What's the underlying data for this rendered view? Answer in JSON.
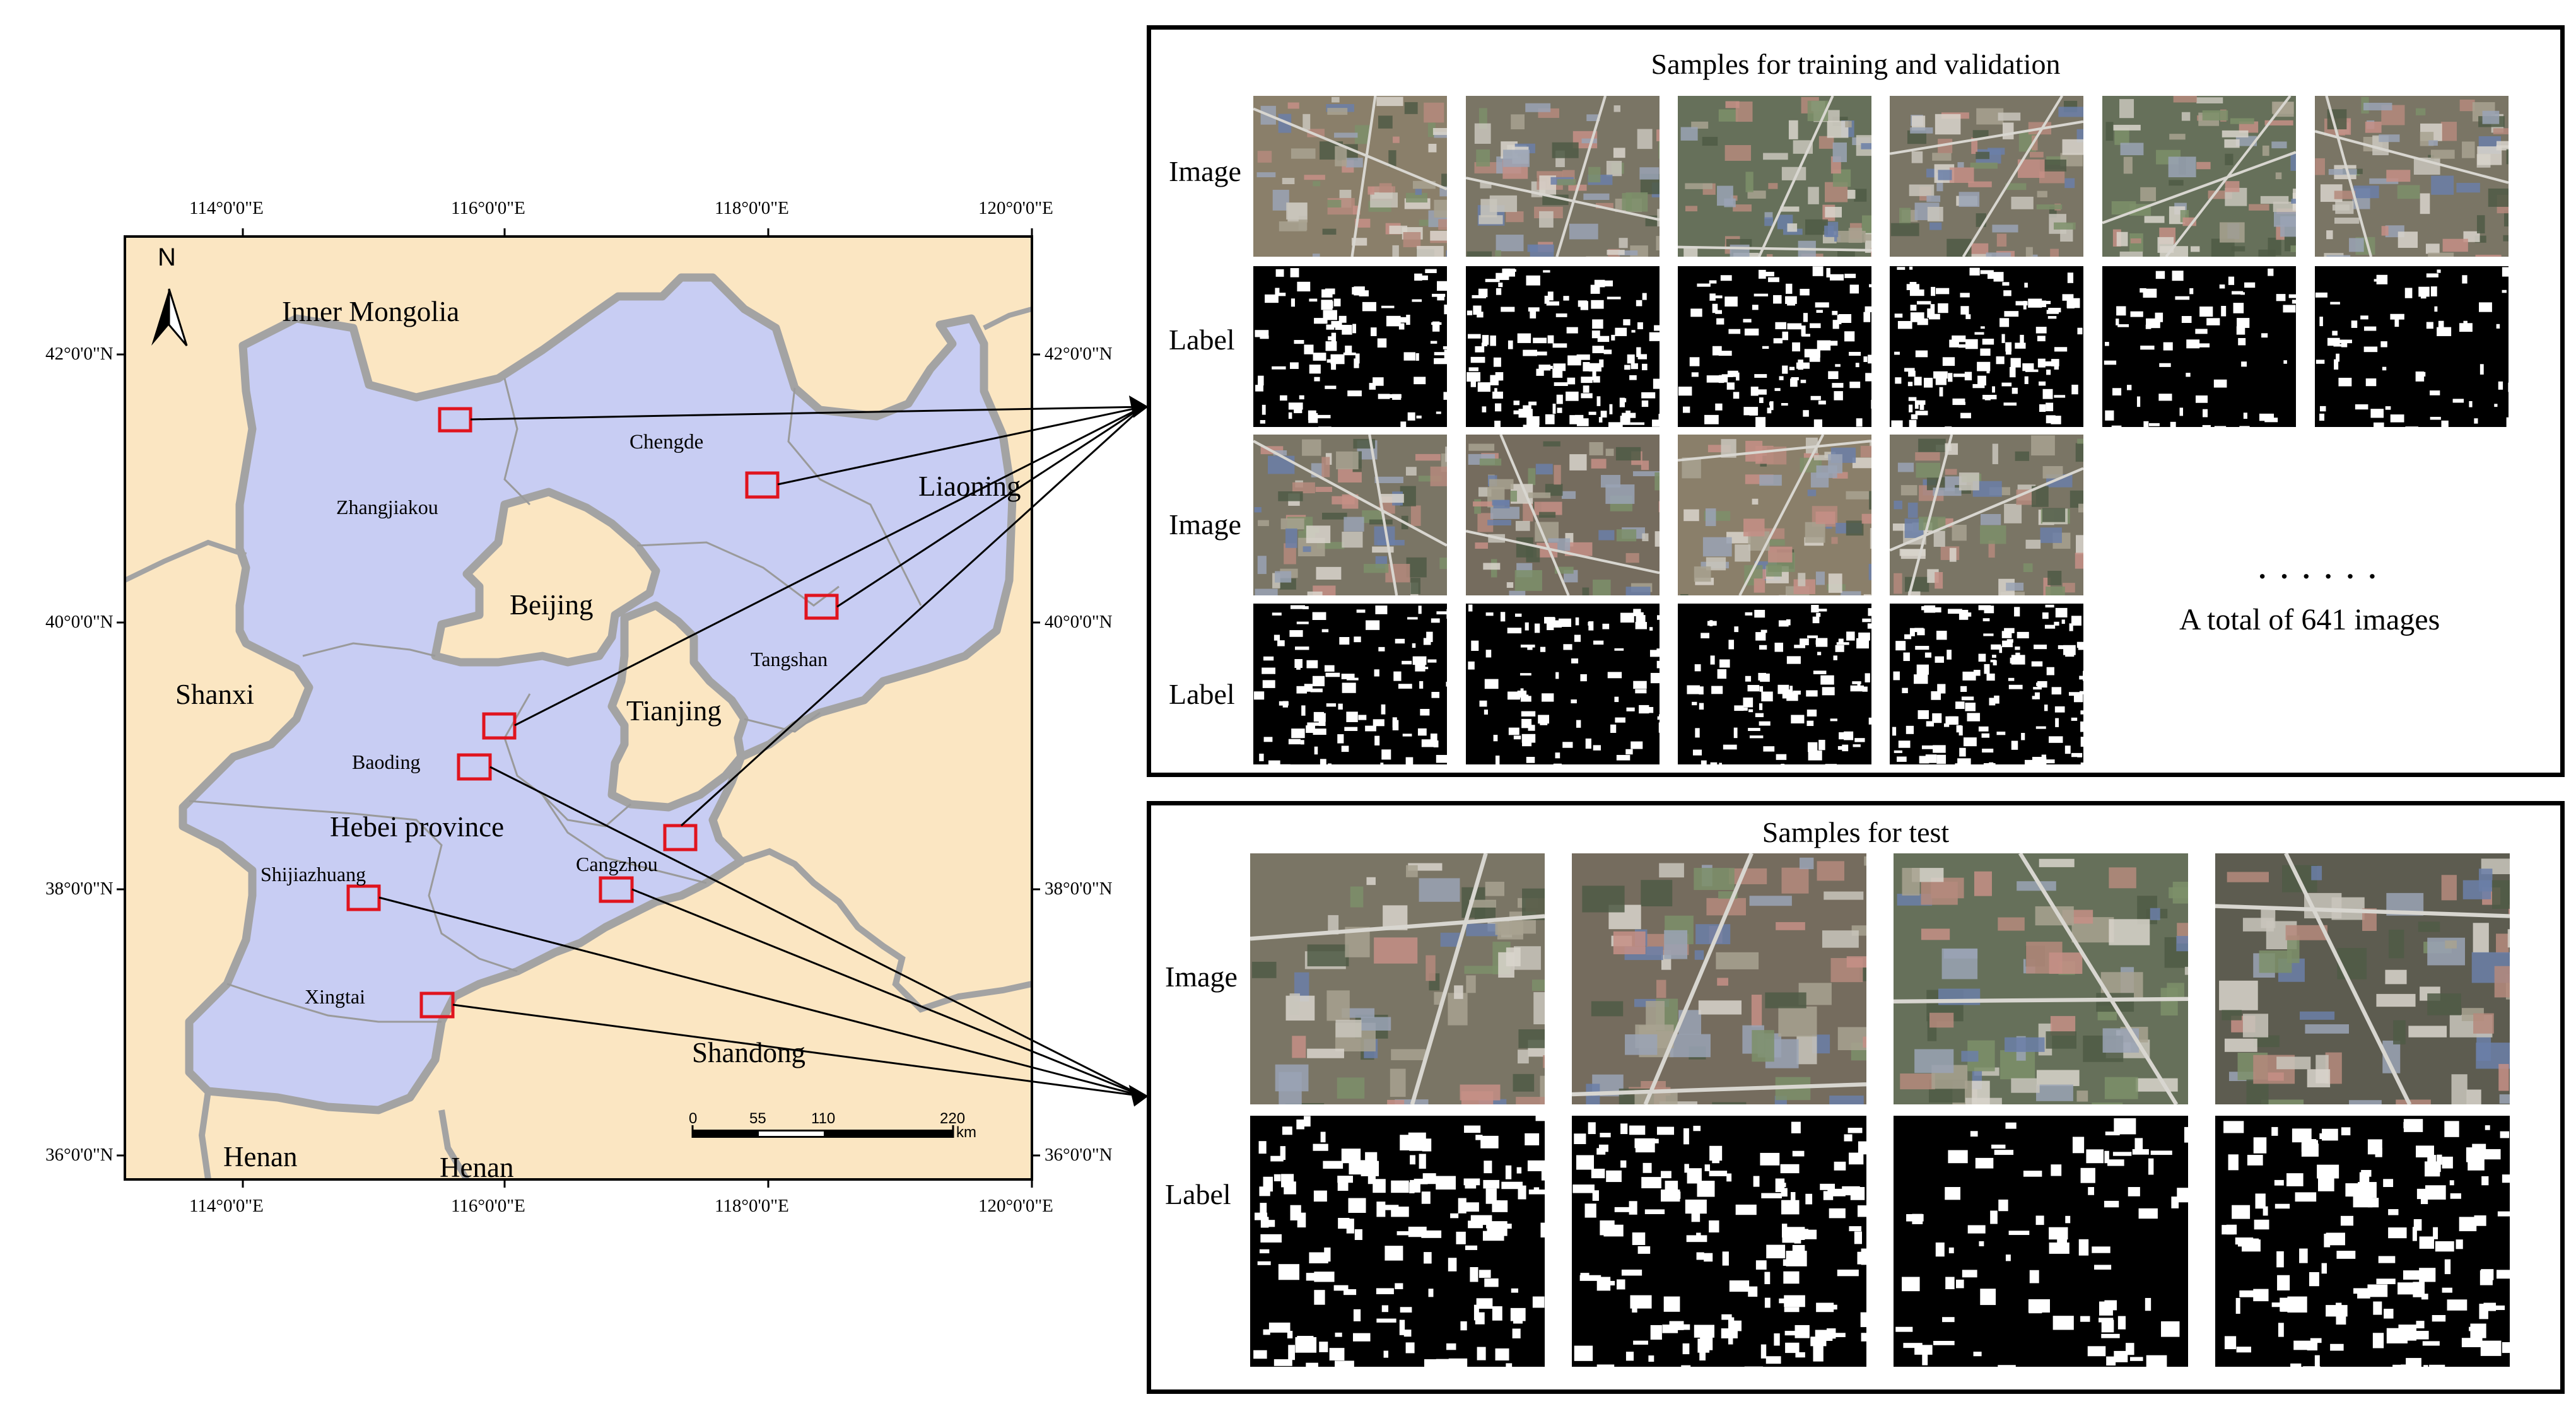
{
  "map": {
    "lon_labels_top": [
      "114°0'0\"E",
      "116°0'0\"E",
      "118°0'0\"E",
      "120°0'0\"E"
    ],
    "lon_labels_bottom": [
      "114°0'0\"E",
      "116°0'0\"E",
      "118°0'0\"E",
      "120°0'0\"E"
    ],
    "lat_labels_left": [
      "42°0'0\"N",
      "40°0'0\"N",
      "38°0'0\"N",
      "36°0'0\"N"
    ],
    "lat_labels_right": [
      "42°0'0\"N",
      "40°0'0\"N",
      "38°0'0\"N",
      "36°0'0\"N"
    ],
    "north_label": "N",
    "places": {
      "inner_mongolia": "Inner Mongolia",
      "chengde": "Chengde",
      "zhangjiakou": "Zhangjiakou",
      "liaoning": "Liaoning",
      "beijing": "Beijing",
      "tangshan": "Tangshan",
      "shanxi": "Shanxi",
      "tianjing": "Tianjing",
      "baoding": "Baoding",
      "hebei": "Hebei province",
      "shijiazhuang": "Shijiazhuang",
      "cangzhou": "Cangzhou",
      "xingtai": "Xingtai",
      "shandong": "Shandong",
      "henan_1": "Henan",
      "henan_2": "Henan"
    },
    "scale_bar": {
      "ticks": [
        "0",
        "55",
        "110",
        "220"
      ],
      "unit": "km"
    },
    "colors": {
      "land": "#fbe6c2",
      "hebei": "#c8cdf3",
      "border": "#a3a3a3",
      "sample_box": "#e0141e"
    }
  },
  "panel_train": {
    "title": "Samples for training and validation",
    "row_labels": [
      "Image",
      "Label",
      "Image",
      "Label"
    ],
    "ellipsis": "· · · · · ·",
    "total_text": "A total of 641 images"
  },
  "panel_test": {
    "title": "Samples for test",
    "row_labels": [
      "Image",
      "Label"
    ]
  }
}
